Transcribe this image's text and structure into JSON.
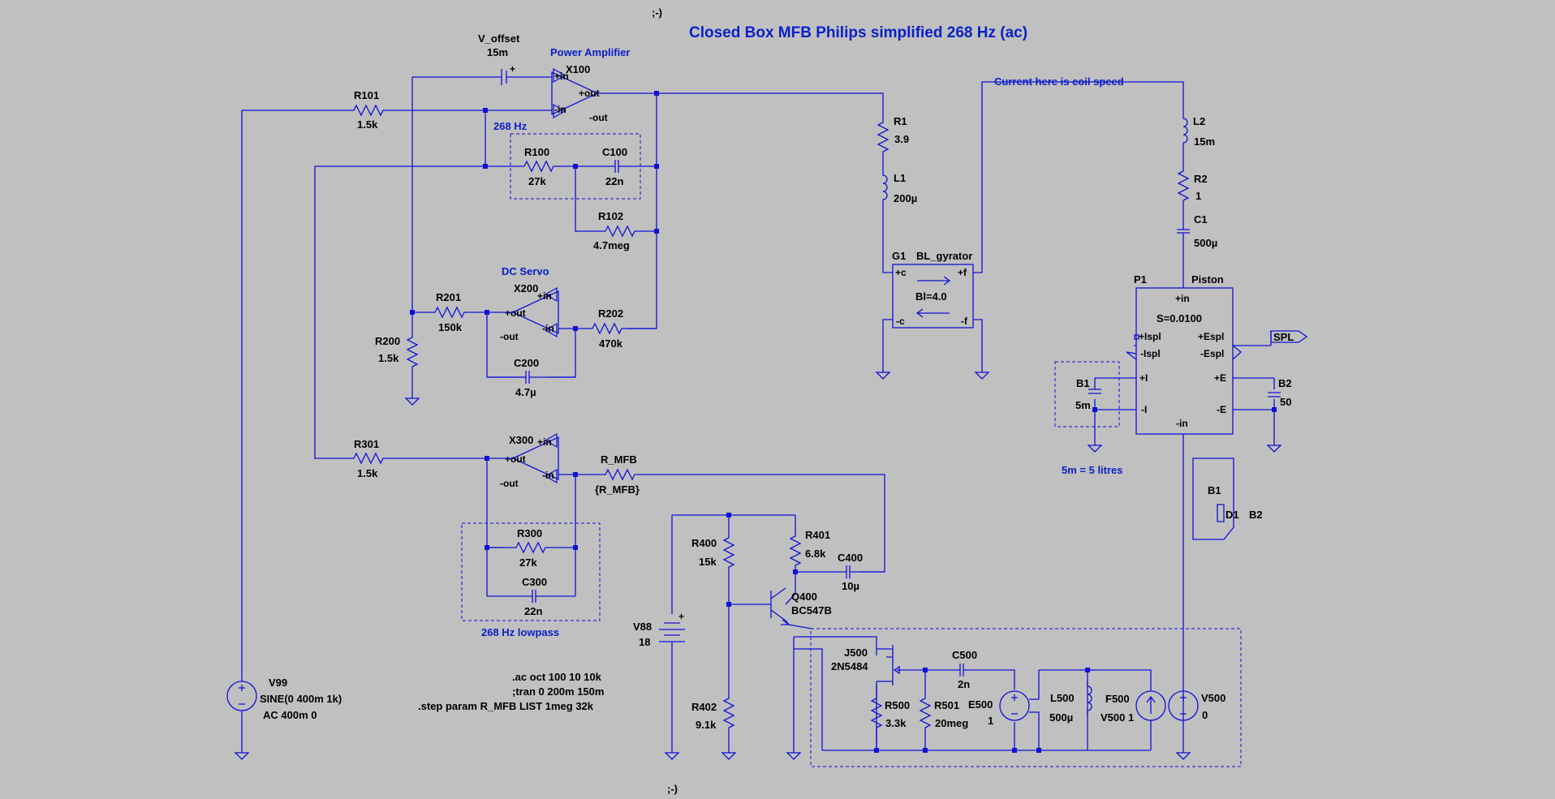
{
  "title": "Closed Box MFB Philips simplified 268 Hz (ac)",
  "smiley_top": ";-)",
  "smiley_bottom": ";-)",
  "annotations": {
    "power_amp": "Power Amplifier",
    "hz268": "268 Hz",
    "dc_servo": "DC Servo",
    "lowpass": "268 Hz lowpass",
    "coil_speed": "Current here is coil speed",
    "litres": "5m = 5 litres"
  },
  "components": {
    "v_offset": {
      "name": "V_offset",
      "value": "15m"
    },
    "x100": {
      "name": "X100",
      "pins": {
        "in_p": "+in",
        "in_m": "-in",
        "out_p": "+out",
        "out_m": "-out"
      }
    },
    "r101": {
      "name": "R101",
      "value": "1.5k"
    },
    "r100": {
      "name": "R100",
      "value": "27k"
    },
    "c100": {
      "name": "C100",
      "value": "22n"
    },
    "r102": {
      "name": "R102",
      "value": "4.7meg"
    },
    "x200": {
      "name": "X200",
      "pins": {
        "in_p": "+in",
        "in_m": "-in",
        "out_p": "+out",
        "out_m": "-out"
      }
    },
    "r201": {
      "name": "R201",
      "value": "150k"
    },
    "r202": {
      "name": "R202",
      "value": "470k"
    },
    "r200": {
      "name": "R200",
      "value": "1.5k"
    },
    "c200": {
      "name": "C200",
      "value": "4.7µ"
    },
    "x300": {
      "name": "X300",
      "pins": {
        "in_p": "+in",
        "in_m": "-in",
        "out_p": "+out",
        "out_m": "-out"
      }
    },
    "r301": {
      "name": "R301",
      "value": "1.5k"
    },
    "r_mfb": {
      "name": "R_MFB",
      "value": "{R_MFB}"
    },
    "r300": {
      "name": "R300",
      "value": "27k"
    },
    "c300": {
      "name": "C300",
      "value": "22n"
    },
    "r1": {
      "name": "R1",
      "value": "3.9"
    },
    "l1": {
      "name": "L1",
      "value": "200µ"
    },
    "g1": {
      "name": "G1",
      "model": "BL_gyrator",
      "param": "Bl=4.0",
      "pins": {
        "pc": "+c",
        "mc": "-c",
        "pf": "+f",
        "mf": "-f"
      }
    },
    "l2": {
      "name": "L2",
      "value": "15m"
    },
    "r2": {
      "name": "R2",
      "value": "1"
    },
    "c1": {
      "name": "C1",
      "value": "500µ"
    },
    "p1": {
      "name": "P1",
      "model": "Piston",
      "param": "S=0.0100",
      "pins": {
        "in_p": "+in",
        "in_m": "-in",
        "ispl_p": "+Ispl",
        "ispl_m": "-Ispl",
        "espl_p": "+Espl",
        "espl_m": "-Espl",
        "i_p": "+I",
        "i_m": "-I",
        "e_p": "+E",
        "e_m": "-E"
      }
    },
    "spl": {
      "label": "SPL"
    },
    "b1": {
      "name": "B1",
      "value": "5m"
    },
    "b2": {
      "name": "B2",
      "value": "50"
    },
    "d1": {
      "b1": "B1",
      "name": "D1",
      "b2": "B2"
    },
    "v99": {
      "name": "V99",
      "line1": "SINE(0 400m 1k)",
      "line2": "AC 400m 0"
    },
    "v88": {
      "name": "V88",
      "value": "18"
    },
    "r400": {
      "name": "R400",
      "value": "15k"
    },
    "r401": {
      "name": "R401",
      "value": "6.8k"
    },
    "c400": {
      "name": "C400",
      "value": "10µ"
    },
    "q400": {
      "name": "Q400",
      "value": "BC547B"
    },
    "r402": {
      "name": "R402",
      "value": "9.1k"
    },
    "j500": {
      "name": "J500",
      "value": "2N5484"
    },
    "r500": {
      "name": "R500",
      "value": "3.3k"
    },
    "r501": {
      "name": "R501",
      "value": "20meg"
    },
    "c500": {
      "name": "C500",
      "value": "2n"
    },
    "e500": {
      "name": "E500",
      "value": "1"
    },
    "l500": {
      "name": "L500",
      "value": "500µ"
    },
    "f500": {
      "name": "F500",
      "value": "V500 1"
    },
    "v500": {
      "name": "V500",
      "value": "0"
    }
  },
  "directives": [
    ".ac oct 100 10 10k",
    ";tran 0 200m 150m",
    ".step param R_MFB LIST 1meg 32k"
  ]
}
